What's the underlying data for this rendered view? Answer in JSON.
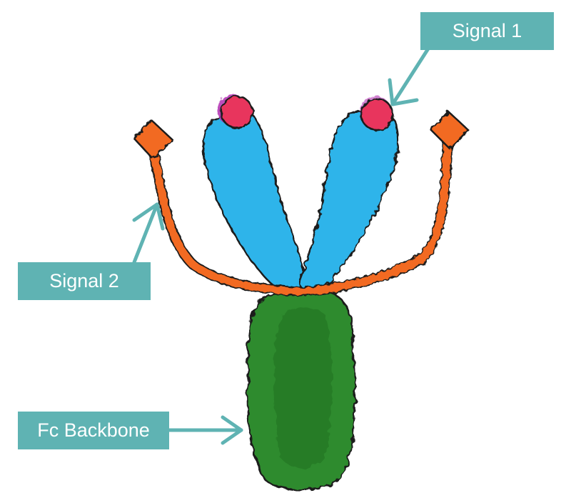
{
  "labels": {
    "signal1": "Signal 1",
    "signal2": "Signal 2",
    "fc_backbone": "Fc Backbone"
  },
  "colors": {
    "label_fill": "#5fb3b3",
    "arrow": "#5fb3b3",
    "heavy_chain": "#2e8b2e",
    "heavy_chain_dark": "#1f6b1f",
    "light_arm": "#2fb4ea",
    "light_arm_dark": "#1a8fcc",
    "ligand": "#e8365d",
    "ligand_halo": "#b02fb0",
    "linker": "#f26a21",
    "outline": "#1a1a1a"
  }
}
